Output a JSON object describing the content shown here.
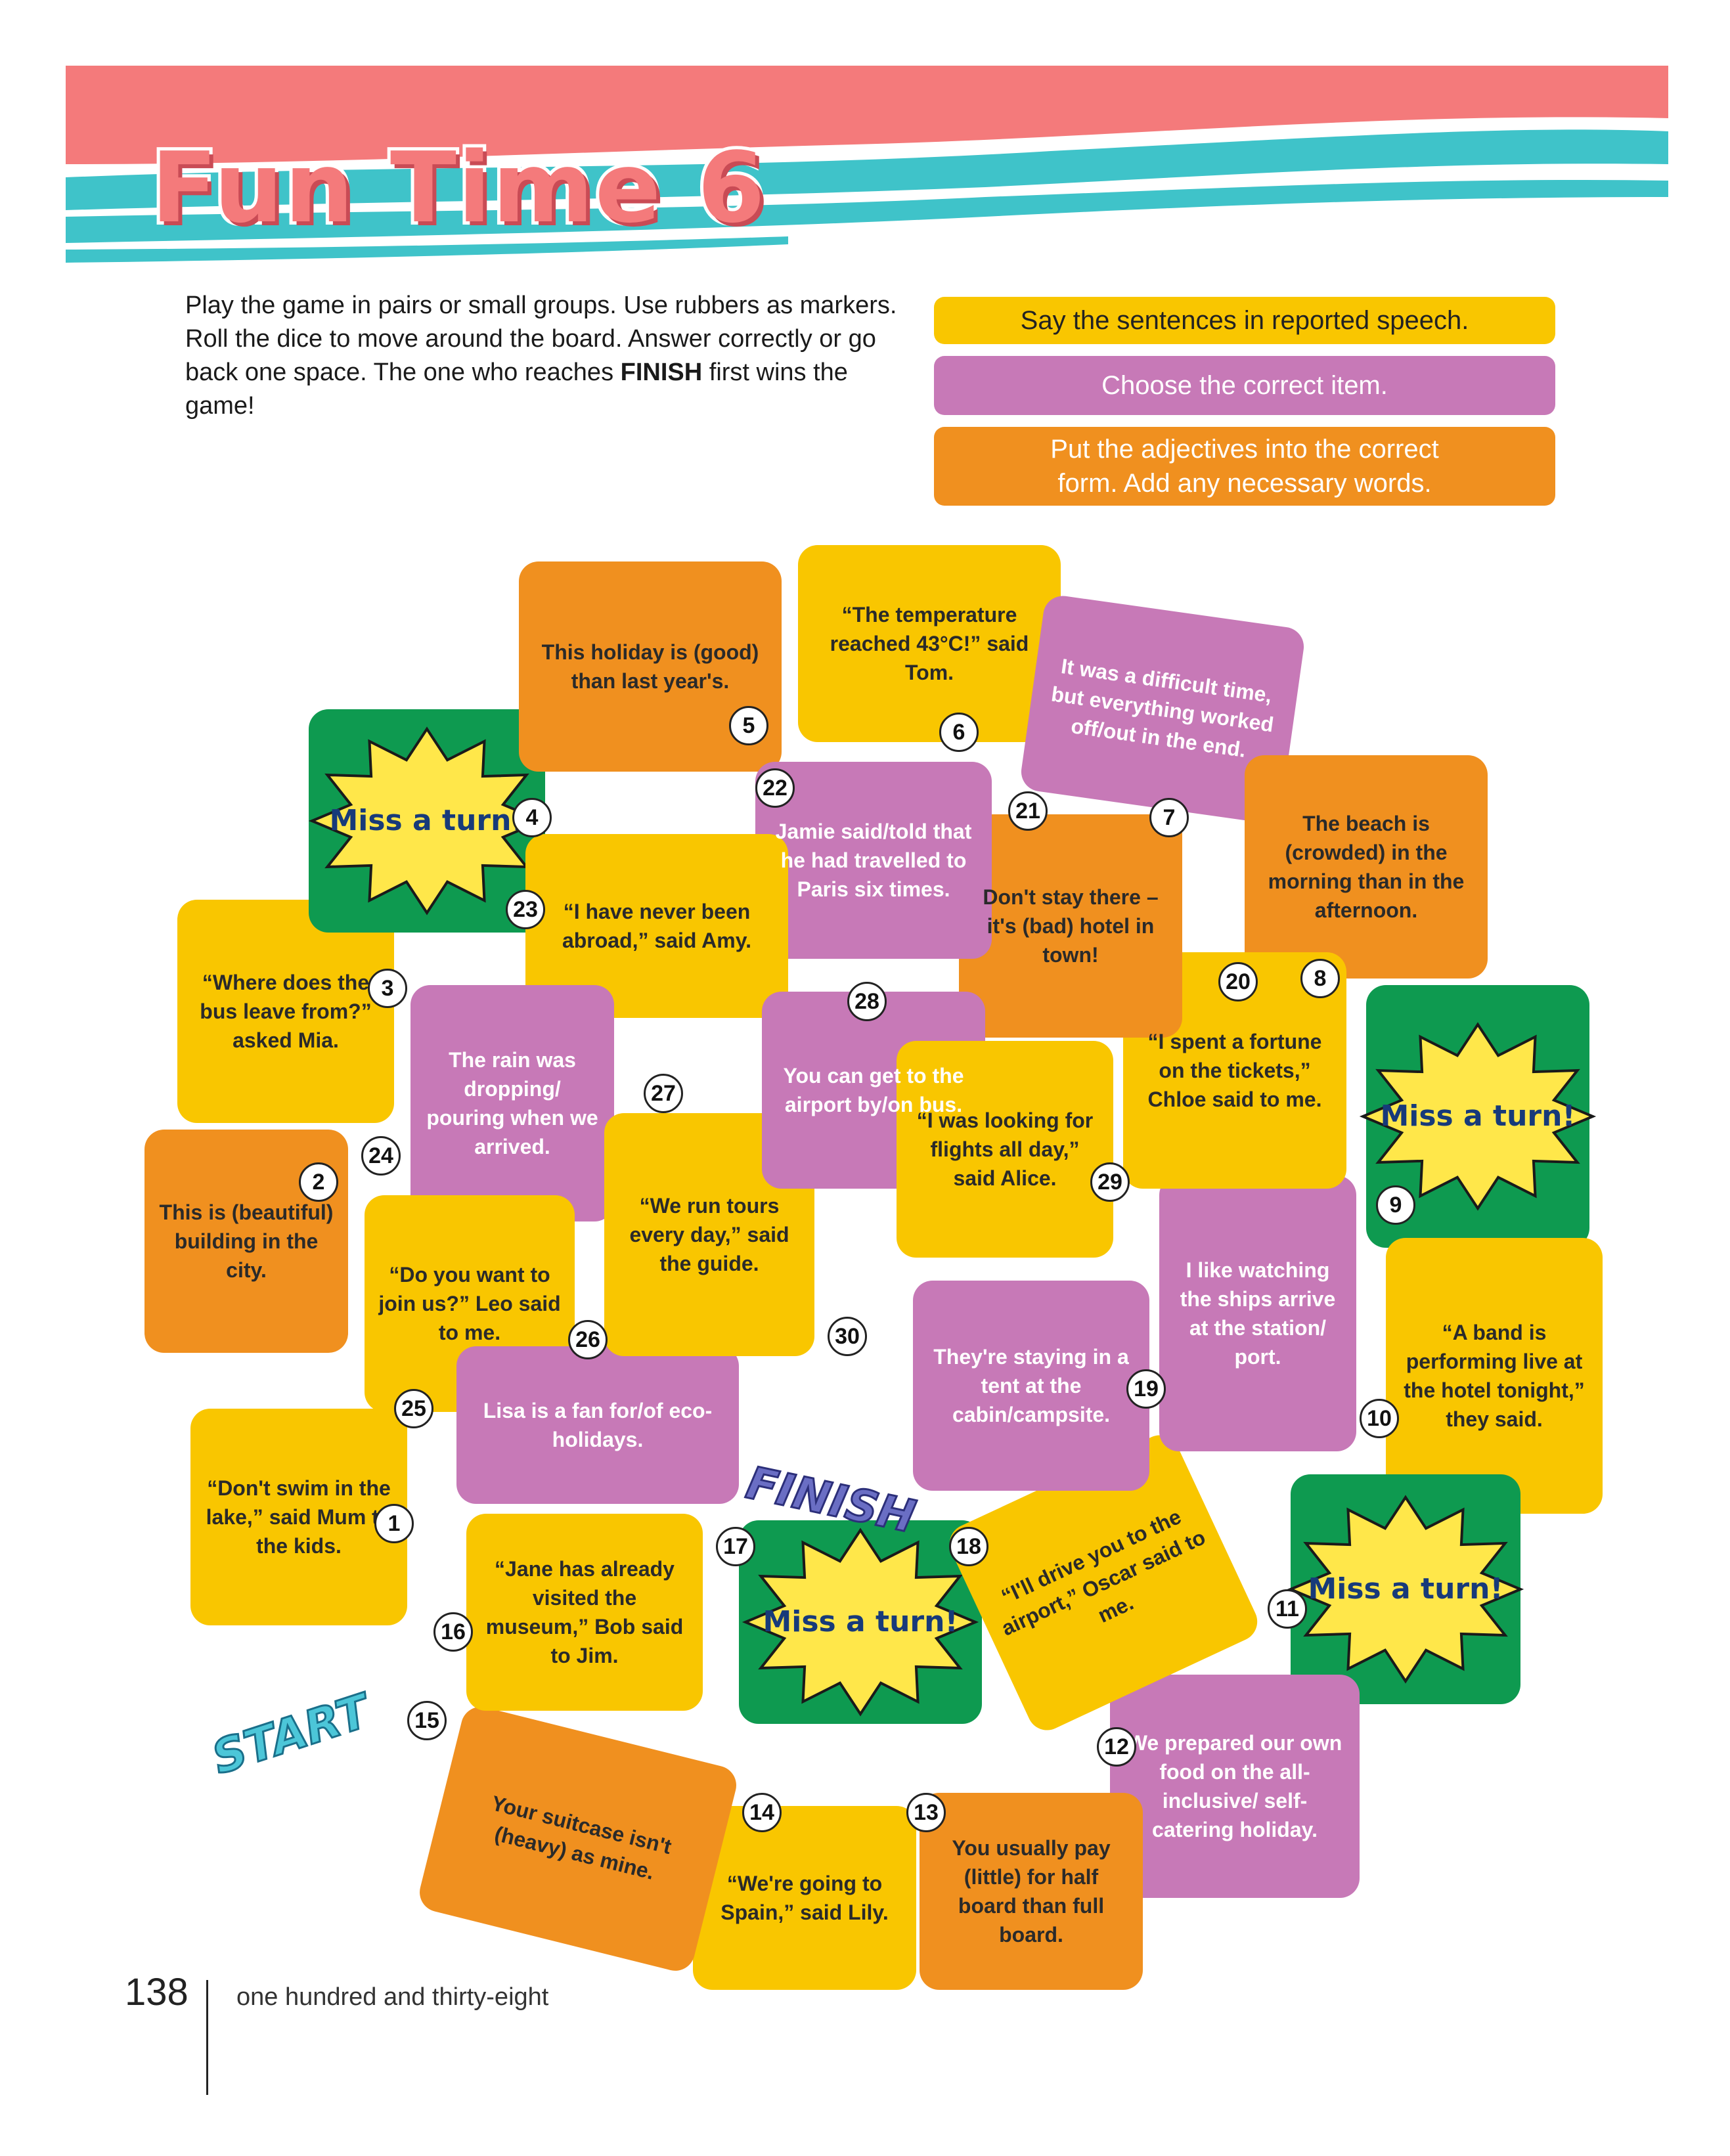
{
  "header": {
    "title": "Fun Time 6"
  },
  "intro": {
    "text": "Play the game in pairs or small groups. Use rubbers as markers. Roll the dice to move around the board. Answer correctly or go back one space. The one who reaches",
    "bold": "FINISH",
    "text_end": "first wins the game!"
  },
  "legend": [
    {
      "label": "Say the sentences in reported speech.",
      "color": "#f9c600"
    },
    {
      "label": "Choose the correct item.",
      "color": "#c779b7"
    },
    {
      "label": "Put the adjectives into the correct form. Add any necessary words.",
      "color": "#f0901f"
    }
  ],
  "board": {
    "start_label": "START",
    "finish_label": "FINISH",
    "miss_label": "Miss a turn!",
    "spaces": [
      {
        "n": "1",
        "text": "“Don't swim in the lake,” said Mum to the kids.",
        "color": "yellow"
      },
      {
        "n": "2",
        "text": "This is (beautiful) building in the city.",
        "color": "orange"
      },
      {
        "n": "3",
        "text": "“Where does the bus leave from?” asked Mia.",
        "color": "yellow"
      },
      {
        "n": "4",
        "text": "Miss a turn!",
        "color": "green"
      },
      {
        "n": "5",
        "text": "This holiday is (good) than last year's.",
        "color": "orange"
      },
      {
        "n": "6",
        "text": "“The temperature reached 43°C!” said Tom.",
        "color": "yellow"
      },
      {
        "n": "7",
        "text": "It was a difficult time, but everything worked off/out in the end.",
        "color": "purple"
      },
      {
        "n": "8",
        "text": "The beach is (crowded) in the morning than in the afternoon.",
        "color": "orange"
      },
      {
        "n": "9",
        "text": "Miss a turn!",
        "color": "green"
      },
      {
        "n": "10",
        "text": "“A band is performing live at the hotel tonight,” they said.",
        "color": "yellow"
      },
      {
        "n": "11",
        "text": "Miss a turn!",
        "color": "green"
      },
      {
        "n": "12",
        "text": "We prepared our own food on the all-inclusive/ self-catering holiday.",
        "color": "purple"
      },
      {
        "n": "13",
        "text": "You usually pay (little) for half board than full board.",
        "color": "orange"
      },
      {
        "n": "14",
        "text": "“We're going to Spain,” said Lily.",
        "color": "yellow"
      },
      {
        "n": "15",
        "text": "Your suitcase isn't (heavy) as mine.",
        "color": "orange"
      },
      {
        "n": "16",
        "text": "“Jane has already visited the museum,” Bob said to Jim.",
        "color": "yellow"
      },
      {
        "n": "17",
        "text": "Miss a turn!",
        "color": "green"
      },
      {
        "n": "18",
        "text": "“I'll drive you to the airport,” Oscar said to me.",
        "color": "yellow"
      },
      {
        "n": "19",
        "text": "I like watching the ships arrive at the station/ port.",
        "color": "purple"
      },
      {
        "n": "20",
        "text": "“I spent a fortune on the tickets,” Chloe said to me.",
        "color": "yellow"
      },
      {
        "n": "21",
        "text": "Don't stay there – it's (bad) hotel in town!",
        "color": "orange"
      },
      {
        "n": "22",
        "text": "Jamie said/told that he had travelled to Paris six times.",
        "color": "purple"
      },
      {
        "n": "23",
        "text": "“I have never been abroad,” said Amy.",
        "color": "yellow"
      },
      {
        "n": "24",
        "text": "The rain was dropping/ pouring when we arrived.",
        "color": "purple"
      },
      {
        "n": "25",
        "text": "“Do you want to join us?” Leo said to me.",
        "color": "yellow"
      },
      {
        "n": "26",
        "text": "Lisa is a fan for/of eco-holidays.",
        "color": "purple"
      },
      {
        "n": "27",
        "text": "“We run tours every day,” said the guide.",
        "color": "yellow"
      },
      {
        "n": "28",
        "text": "You can get to the airport by/on bus.",
        "color": "purple"
      },
      {
        "n": "29",
        "text": "“I was looking for flights all day,” said Alice.",
        "color": "yellow"
      },
      {
        "n": "30",
        "text": "They're staying in a tent at the cabin/campsite.",
        "color": "purple"
      }
    ]
  },
  "footer": {
    "page_number": "138",
    "page_words": "one hundred and thirty-eight"
  },
  "colors": {
    "yellow": "#f9c600",
    "orange": "#f0901f",
    "purple": "#c779b7",
    "green": "#0e9a50",
    "banner_pink": "#f47a7b",
    "banner_teal": "#3fc3c9"
  }
}
